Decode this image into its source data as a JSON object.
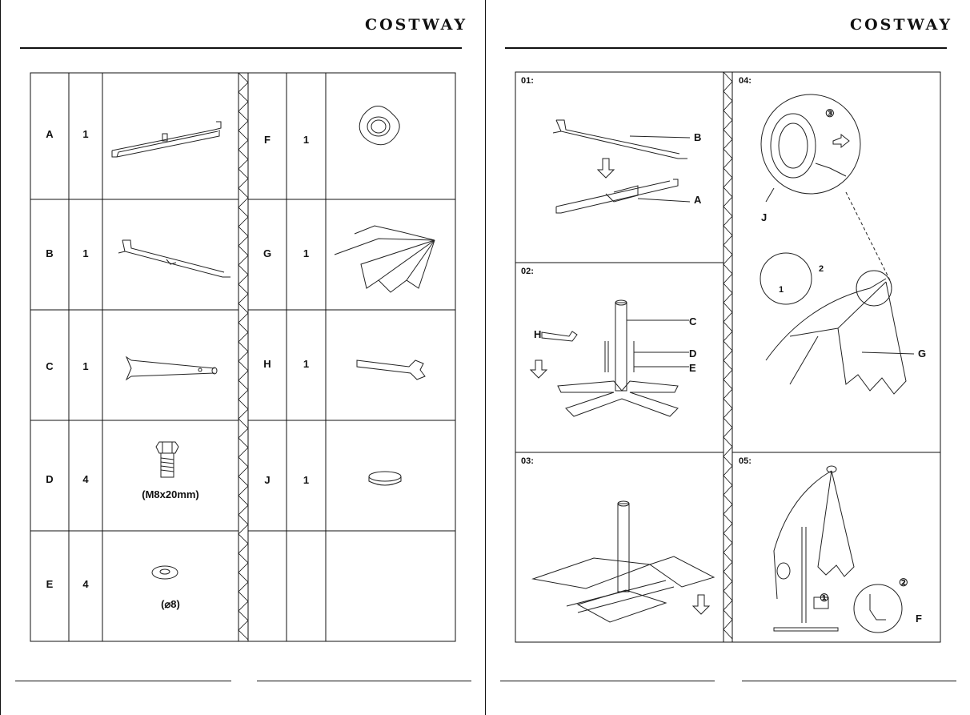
{
  "brand": "COSTWAY",
  "parts_left": [
    {
      "letter": "A",
      "qty": "1",
      "note": ""
    },
    {
      "letter": "B",
      "qty": "1",
      "note": ""
    },
    {
      "letter": "C",
      "qty": "1",
      "note": ""
    },
    {
      "letter": "D",
      "qty": "4",
      "note": "(M8x20mm)"
    },
    {
      "letter": "E",
      "qty": "4",
      "note": "(⌀8)"
    }
  ],
  "parts_right": [
    {
      "letter": "F",
      "qty": "1"
    },
    {
      "letter": "G",
      "qty": "1"
    },
    {
      "letter": "H",
      "qty": "1"
    },
    {
      "letter": "J",
      "qty": "1"
    }
  ],
  "steps": {
    "s1": {
      "label": "01:",
      "callouts": {
        "b": "B",
        "a": "A"
      }
    },
    "s2": {
      "label": "02:",
      "callouts": {
        "h": "H",
        "c": "C",
        "d": "D",
        "e": "E"
      }
    },
    "s3": {
      "label": "03:"
    },
    "s4": {
      "label": "04:",
      "callouts": {
        "j": "J",
        "g": "G",
        "n3": "③",
        "n1": "1",
        "n2": "2"
      }
    },
    "s5": {
      "label": "05:",
      "callouts": {
        "f": "F",
        "n1": "①",
        "n2": "②"
      }
    }
  }
}
